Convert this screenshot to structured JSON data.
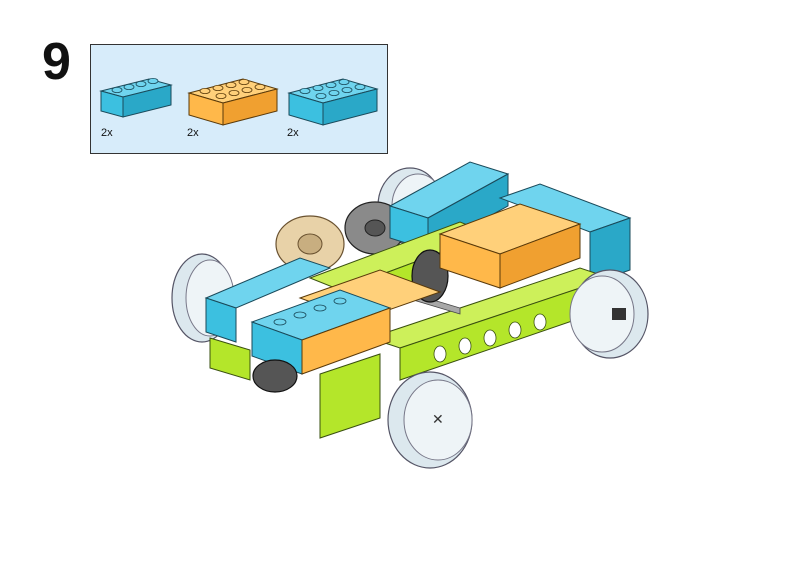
{
  "step": {
    "number": "9"
  },
  "parts": [
    {
      "name": "blue-brick-1x4",
      "qty": "2x",
      "color": "#3cc0e0"
    },
    {
      "name": "orange-brick-2x4",
      "qty": "2x",
      "color": "#ffb84a"
    },
    {
      "name": "blue-brick-2x4",
      "qty": "2x",
      "color": "#3cc0e0"
    }
  ],
  "colors": {
    "azure": "#3cc0e0",
    "orange": "#ffb84a",
    "lime": "#b4e62a",
    "wheel": "#dce8ee",
    "gear": "#2b2b2b",
    "tan": "#e8d2a8"
  }
}
